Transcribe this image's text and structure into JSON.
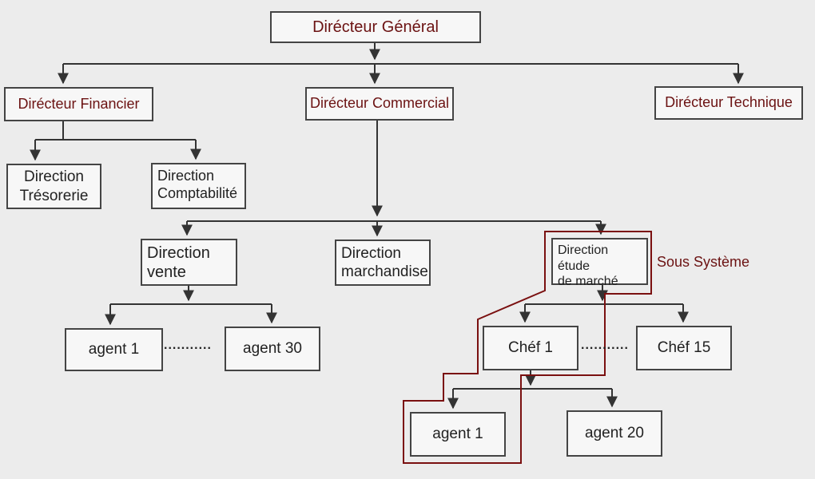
{
  "colors": {
    "connector": "#333333",
    "title_text": "#6b1212",
    "subsystem_outline": "#7a1010",
    "box_border": "#444444"
  },
  "nodes": {
    "directeur_general": "Dirécteur Général",
    "directeur_financier": "Dirécteur Financier",
    "directeur_commercial": "Dirécteur Commercial",
    "directeur_technique": "Dirécteur Technique",
    "direction_tresorerie": "Direction\nTrésorerie",
    "direction_comptabilite": "Direction\nComptabilité",
    "direction_vente": "Direction\nvente",
    "direction_marchandise": "Direction\nmarchandise",
    "direction_etude_marche": "Direction étude\nde marché",
    "agent_1_vente": "agent 1",
    "agent_30": "agent 30",
    "chef_1": "Chéf 1",
    "chef_15": "Chéf 15",
    "agent_1_etude": "agent 1",
    "agent_20": "agent 20"
  },
  "ellipsis": "...........",
  "subsystem_label": "Sous Système"
}
